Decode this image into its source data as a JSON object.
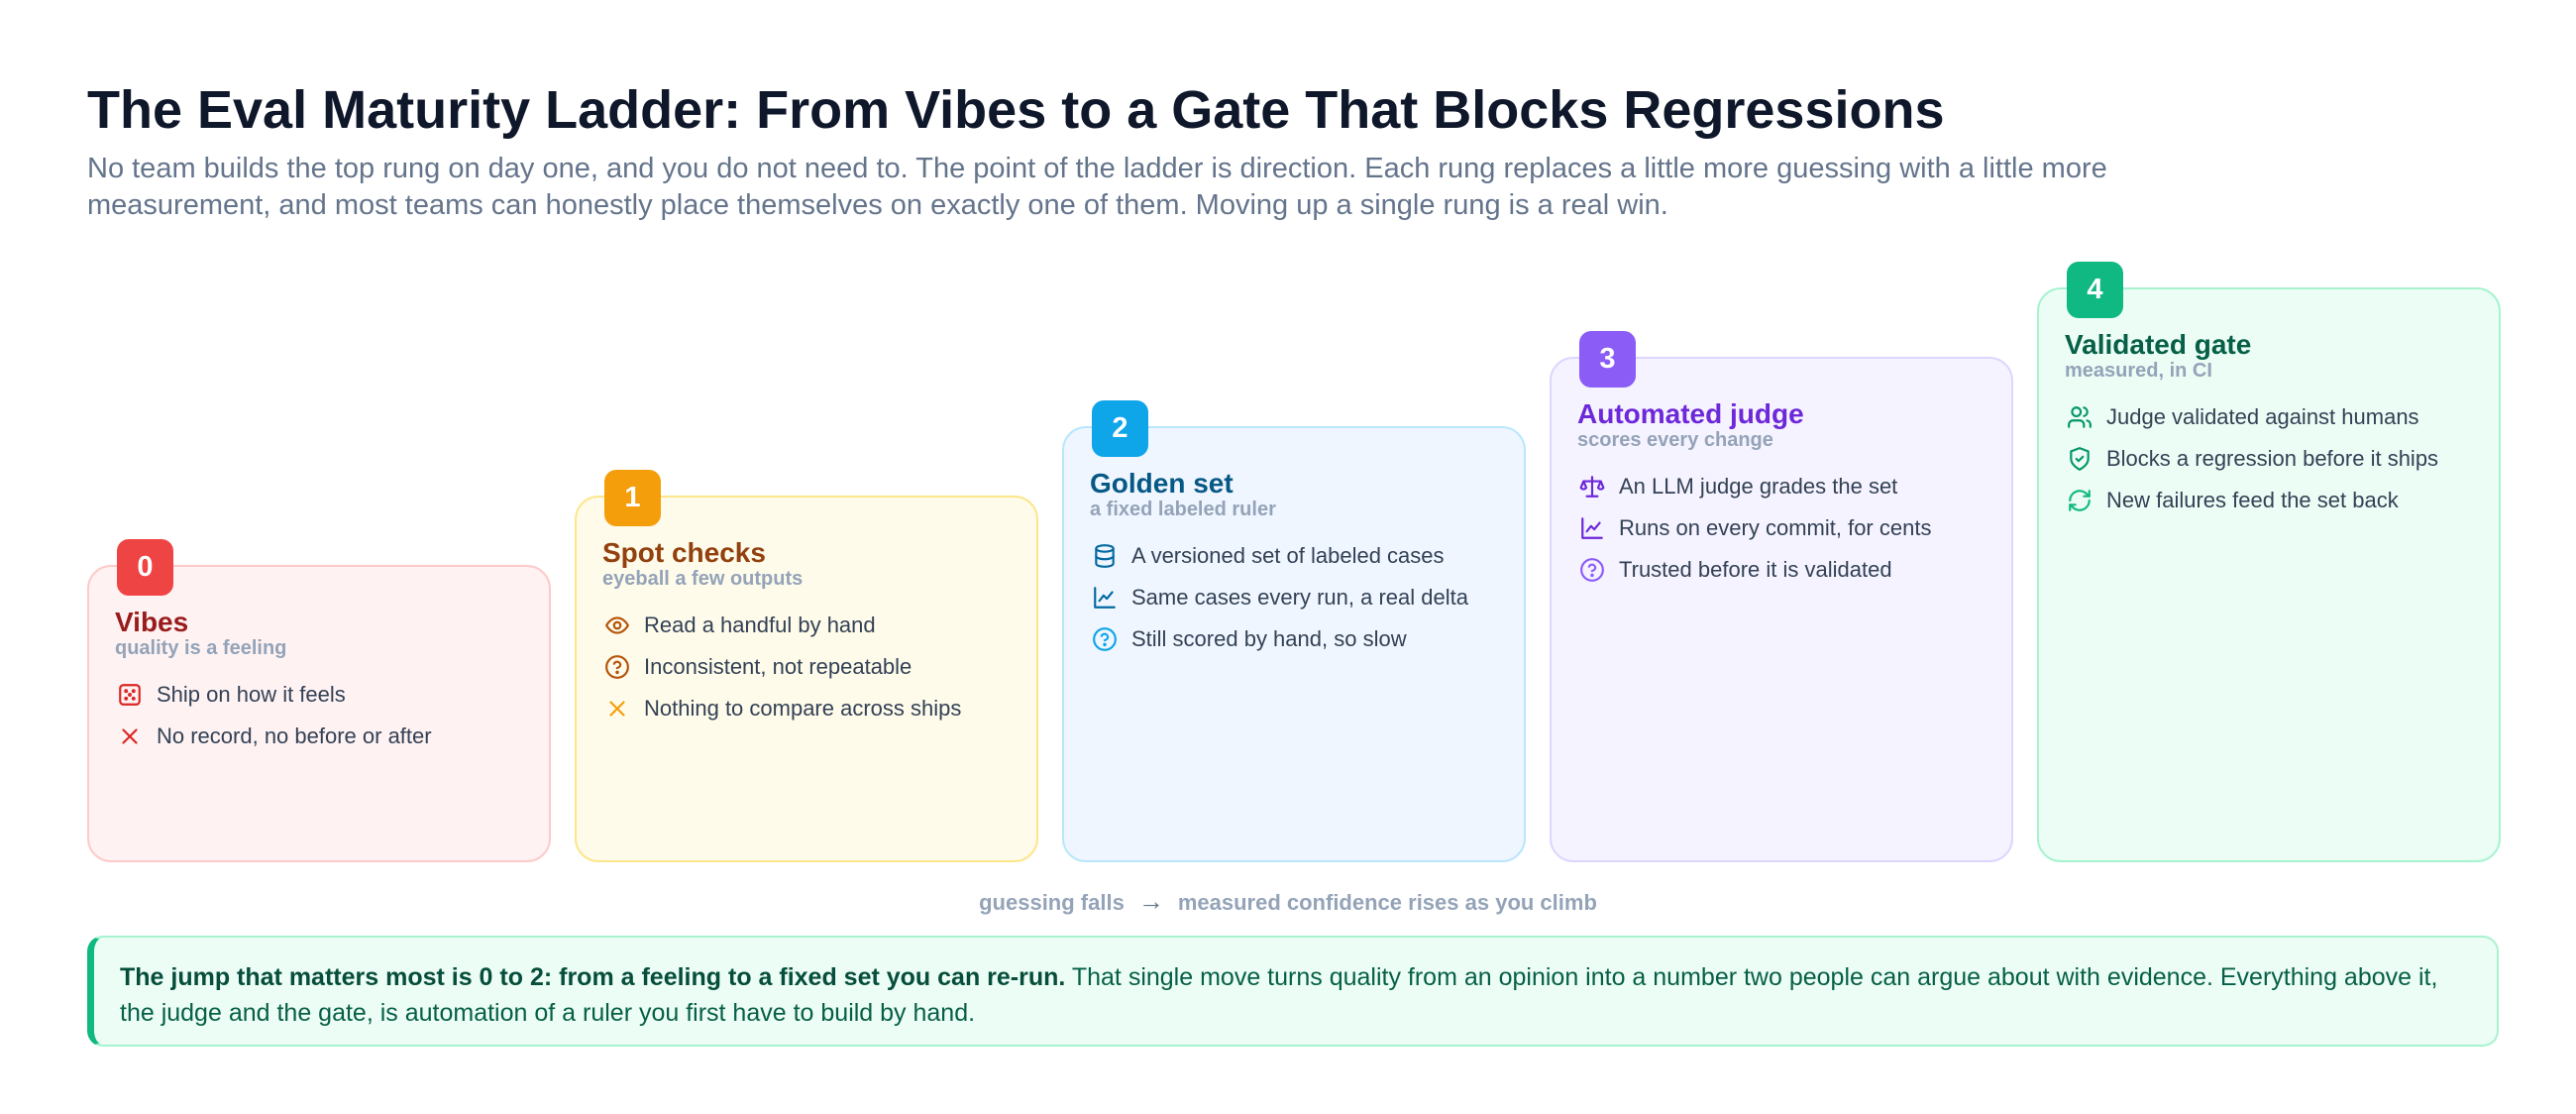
{
  "title": "The Eval Maturity Ladder: From Vibes to a Gate That Blocks Regressions",
  "subtitle": "No team builds the top rung on day one, and you do not need to. The point of the ladder is direction. Each rung replaces a little more guessing with a little more measurement, and most teams can honestly place themselves on exactly one of them. Moving up a single rung is a real win.",
  "rungs": [
    {
      "number": "0",
      "title": "Vibes",
      "subtitle": "quality is a feeling",
      "colors": {
        "accent": "#ef4444",
        "title": "#991b1b",
        "icon": "#dc2626",
        "bg": "#fef2f2",
        "border": "#fecaca"
      },
      "items": [
        {
          "icon": "dice-icon",
          "text": "Ship on how it feels"
        },
        {
          "icon": "x-icon",
          "text": "No record, no before or after"
        }
      ]
    },
    {
      "number": "1",
      "title": "Spot checks",
      "subtitle": "eyeball a few outputs",
      "colors": {
        "accent": "#f59e0b",
        "title": "#92400e",
        "icon": "#b45309",
        "bg": "#fefbea",
        "border": "#fde68a"
      },
      "items": [
        {
          "icon": "eye-icon",
          "text": "Read a handful by hand"
        },
        {
          "icon": "question-circle-icon",
          "text": "Inconsistent, not repeatable"
        },
        {
          "icon": "x-icon",
          "text": "Nothing to compare across ships"
        }
      ]
    },
    {
      "number": "2",
      "title": "Golden set",
      "subtitle": "a fixed labeled ruler",
      "colors": {
        "accent": "#0ea5e9",
        "title": "#075985",
        "icon": "#0369a1",
        "bg": "#eff6ff",
        "border": "#bae6fd"
      },
      "items": [
        {
          "icon": "database-icon",
          "text": "A versioned set of labeled cases"
        },
        {
          "icon": "line-chart-icon",
          "text": "Same cases every run, a real delta"
        },
        {
          "icon": "question-circle-icon",
          "text": "Still scored by hand, so slow"
        }
      ]
    },
    {
      "number": "3",
      "title": "Automated judge",
      "subtitle": "scores every change",
      "colors": {
        "accent": "#8b5cf6",
        "title": "#6d28d9",
        "icon": "#6d28d9",
        "bg": "#f5f3ff",
        "border": "#ddd6fe"
      },
      "items": [
        {
          "icon": "scale-icon",
          "text": "An LLM judge grades the set"
        },
        {
          "icon": "line-chart-icon",
          "text": "Runs on every commit, for cents"
        },
        {
          "icon": "question-circle-icon",
          "text": "Trusted before it is validated"
        }
      ]
    },
    {
      "number": "4",
      "title": "Validated gate",
      "subtitle": "measured, in CI",
      "colors": {
        "accent": "#10b981",
        "title": "#065f46",
        "icon": "#059669",
        "bg": "#ecfdf5",
        "border": "#a7f3d0"
      },
      "items": [
        {
          "icon": "users-icon",
          "text": "Judge validated against humans"
        },
        {
          "icon": "shield-check-icon",
          "text": "Blocks a regression before it ships"
        },
        {
          "icon": "refresh-icon",
          "text": "New failures feed the set back"
        }
      ]
    }
  ],
  "axis": {
    "left": "guessing falls",
    "arrow": "→",
    "right": "measured confidence rises as you climb"
  },
  "callout": {
    "bold": "The jump that matters most is 0 to 2: from a feeling to a fixed set you can re-run.",
    "text": " That single move turns quality from an opinion into a number two people can argue about with evidence. Everything above it, the judge and the gate, is automation of a ruler you first have to build by hand."
  }
}
